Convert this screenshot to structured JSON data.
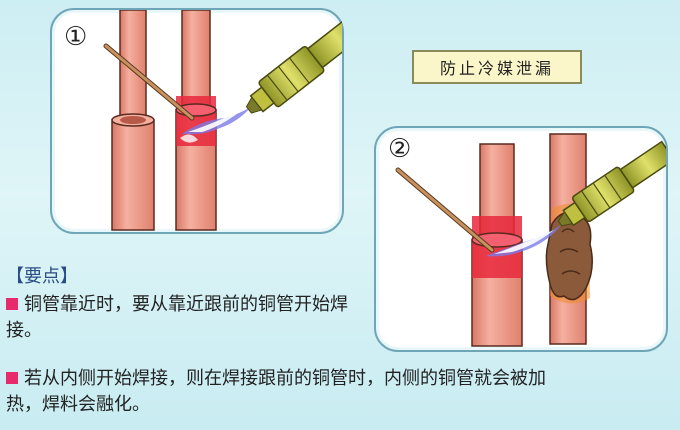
{
  "step1": {
    "marker": "①"
  },
  "step2": {
    "marker": "②"
  },
  "label": "防止冷媒泄漏",
  "key_points": {
    "heading": "【要点】",
    "item1": "铜管靠近时，要从靠近跟前的铜管开始焊接。",
    "item2": "若从内侧开始焊接，则在焊接跟前的铜管时，内侧的铜管就会被加热，焊料会融化。"
  },
  "colors": {
    "pipe": "#f09a8a",
    "heated_zone": "#e8283c",
    "torch_body": "#b4b83a",
    "solder_rod": "#a8744a",
    "bullet": "#e62a6b",
    "melted_solder": "#8a5a3a"
  }
}
